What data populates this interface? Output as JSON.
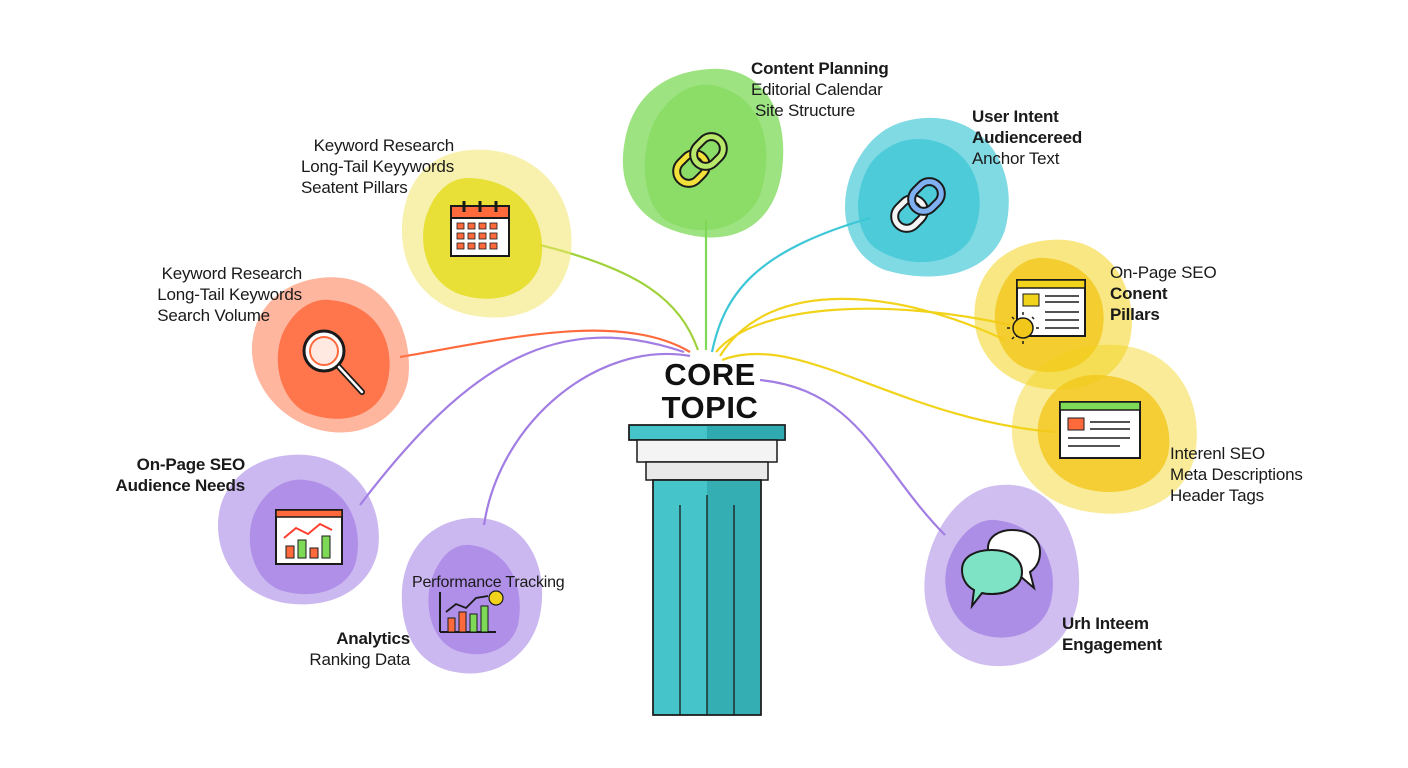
{
  "core": {
    "line1": "CORE",
    "line2": "TOPIC"
  },
  "colors": {
    "green": "#7ed957",
    "cyan": "#3cc6d6",
    "yellow": "#f2d31b",
    "orange": "#ff6a3d",
    "purple": "#a27de3",
    "pillar": "#45c4c9"
  },
  "nodes": {
    "content_planning": {
      "title": "Content Planning",
      "line2": "Editorial Calendar",
      "line3": "Site Structure",
      "icon": "link-icon"
    },
    "user_intent": {
      "title": "User Intent",
      "line2": "Audiencereed",
      "line3": "Anchor Text",
      "icon": "link-icon"
    },
    "keyword_research_top": {
      "title": "Keyword Research",
      "line2": "Long-Tail Keyywords",
      "line3": "Seatent Pillars",
      "icon": "calendar-icon"
    },
    "keyword_research": {
      "title": "Keyword Research",
      "line2": "Long-Tail Keywords",
      "line3": "Search Volume",
      "icon": "magnifier-icon"
    },
    "on_page_seo_right": {
      "title": "On-Page SEO",
      "line2": "Conent",
      "line3": "Pillars",
      "icon": "webpage-icon"
    },
    "internal_seo": {
      "title": "Interenl SEO",
      "line2": "Meta Descriptions",
      "line3": "Header Tags",
      "icon": "browser-icon"
    },
    "on_page_seo_left": {
      "title": "On-Page SEO",
      "line2": "Audience Needs",
      "icon": "chart-icon"
    },
    "performance": {
      "title": "Performance Tracking",
      "line2": "Analytics",
      "line3": "Ranking Data",
      "icon": "growth-chart-icon"
    },
    "engagement": {
      "title": "Urh Inteem",
      "line2": "Engagement",
      "icon": "chat-bubbles-icon"
    }
  }
}
